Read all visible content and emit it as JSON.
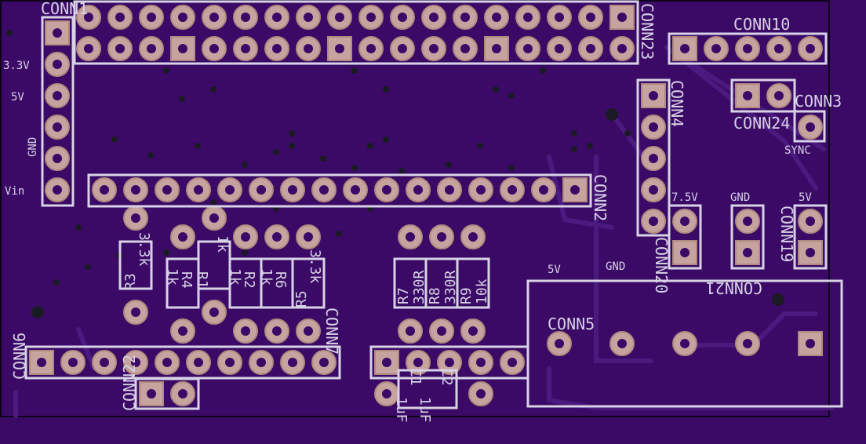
{
  "labels": {
    "conn1": "CONN1",
    "conn23": "CONN23",
    "conn10": "CONN10",
    "conn3": "CONN3",
    "conn24": "CONN24",
    "conn4": "CONN4",
    "conn2": "CONN2",
    "conn20": "CONN20",
    "conn21": "CONN21",
    "conn19": "CONN19",
    "conn5": "CONN5",
    "conn6": "CONN6",
    "conn22": "CONN22",
    "conn7": "CONN7",
    "r1": "R1",
    "r2": "R2",
    "r3": "R3",
    "r4": "R4",
    "r5": "R5",
    "r6": "R6",
    "r7": "R7",
    "r8": "R8",
    "r9": "R9",
    "c1": "C1",
    "c2": "C2",
    "v33": "3.3V",
    "v5": "5V",
    "gnd": "GND",
    "vin": "Vin",
    "sync": "SYNC",
    "v75": "7.5V",
    "gnd2": "GND",
    "v5b": "5V",
    "v5c": "5V",
    "gnd3": "GND",
    "val_3k3a": "3.3k",
    "val_1k_r4": "1k",
    "val_1k_r1": "1k",
    "val_1k_r2": "1k",
    "val_1k_r6": "1k",
    "val_3k3b": "3.3k",
    "val_330a": "330R",
    "val_330b": "330R",
    "val_10k": "10k",
    "val_1uf_a": "1uF",
    "val_1uf_b": "1uF"
  },
  "colors": {
    "board": "#3a0a66",
    "silkscreen": "#d8d2e6",
    "pad": "#c7a39f"
  }
}
